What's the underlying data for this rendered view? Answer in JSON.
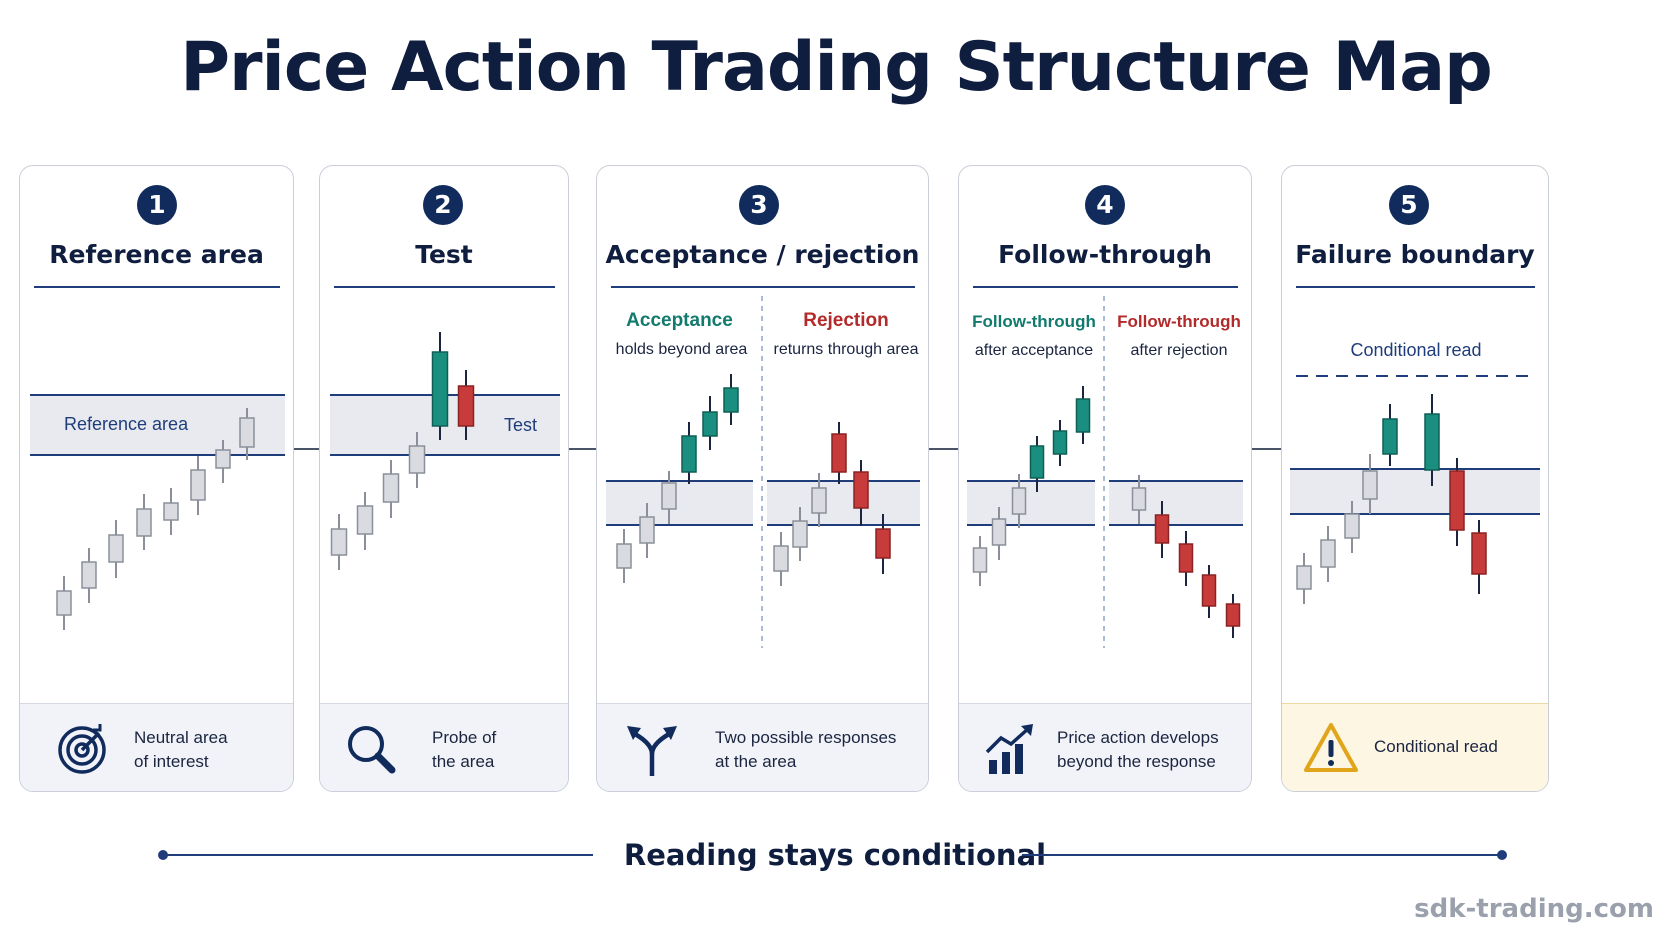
{
  "title": "Price Action Trading Structure Map",
  "colors": {
    "navy": "#102b5c",
    "teal": "#1a8f80",
    "red": "#c73b3b",
    "neutral_candle": "#d9dbe0",
    "zone": "#e8eaef",
    "warn": "#e0a51a"
  },
  "cards": [
    {
      "number": "1",
      "title": "Reference area",
      "zone_label": "Reference area",
      "footer_icon": "target-icon",
      "footer_text": "Neutral area\nof interest"
    },
    {
      "number": "2",
      "title": "Test",
      "zone_label": "Test",
      "footer_icon": "magnifier-icon",
      "footer_text": "Probe of\nthe area"
    },
    {
      "number": "3",
      "title": "Acceptance / rejection",
      "left_head": "Acceptance",
      "left_desc": "holds beyond area",
      "right_head": "Rejection",
      "right_desc": "returns through area",
      "footer_icon": "split-arrows-icon",
      "footer_text": "Two possible responses\nat the area"
    },
    {
      "number": "4",
      "title": "Follow-through",
      "left_head": "Follow-through",
      "left_desc": "after acceptance",
      "right_head": "Follow-through",
      "right_desc": "after rejection",
      "footer_icon": "bar-chart-up-icon",
      "footer_text": "Price action develops\nbeyond the response"
    },
    {
      "number": "5",
      "title": "Failure boundary",
      "zone_label": "Conditional read",
      "footer_icon": "warning-icon",
      "footer_text": "Conditional read"
    }
  ],
  "bottom_caption": "Reading stays conditional",
  "watermark": "sdk-trading.com"
}
